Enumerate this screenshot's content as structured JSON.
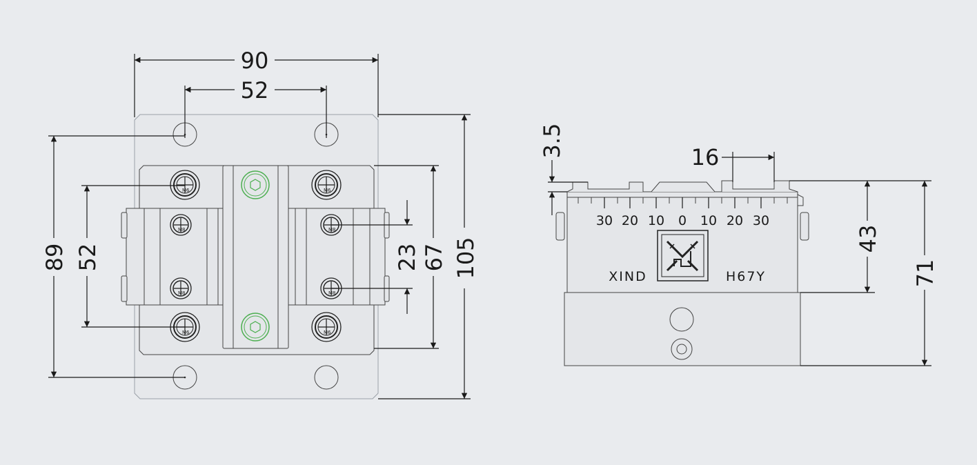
{
  "dimensions": {
    "top_width": "90",
    "hole_spacing_top": "52",
    "left_height": "89",
    "left_inner": "52",
    "right_small": "23",
    "right_mid": "67",
    "right_total": "105",
    "side_top": "3.5",
    "side_slot": "16",
    "side_upper_height": "43",
    "side_total_height": "71"
  },
  "front_view": {
    "screw_label_m6": "M6",
    "screw_label_m8": "M8"
  },
  "side_view": {
    "scale_labels": [
      "30",
      "20",
      "10",
      "0",
      "10",
      "20",
      "30"
    ],
    "brand": "XIND",
    "model": "H67Y"
  },
  "colors": {
    "line": "#1a1a1a",
    "outline": "#9aa0a8",
    "background": "#e9ebee",
    "hex_socket": "#4caf50"
  }
}
